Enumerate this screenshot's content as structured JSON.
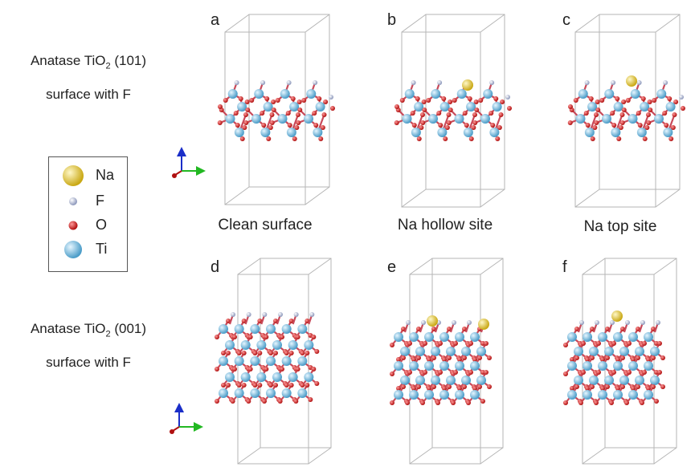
{
  "rows": [
    {
      "line1_pre": "Anatase TiO",
      "line1_sub": "2",
      "line1_post": " (101)",
      "line2": "surface with F"
    },
    {
      "line1_pre": "Anatase TiO",
      "line1_sub": "2",
      "line1_post": " (001)",
      "line2": "surface with F"
    }
  ],
  "legend": [
    {
      "label": "Na",
      "color": "#e0c030"
    },
    {
      "label": "F",
      "color": "#aab4d2"
    },
    {
      "label": "O",
      "color": "#d01818"
    },
    {
      "label": "Ti",
      "color": "#76b8dc"
    }
  ],
  "panels": [
    {
      "letter": "a",
      "caption": "Clean surface"
    },
    {
      "letter": "b",
      "caption": "Na hollow site"
    },
    {
      "letter": "c",
      "caption": "Na top site"
    },
    {
      "letter": "d",
      "caption": ""
    },
    {
      "letter": "e",
      "caption": ""
    },
    {
      "letter": "f",
      "caption": ""
    }
  ]
}
